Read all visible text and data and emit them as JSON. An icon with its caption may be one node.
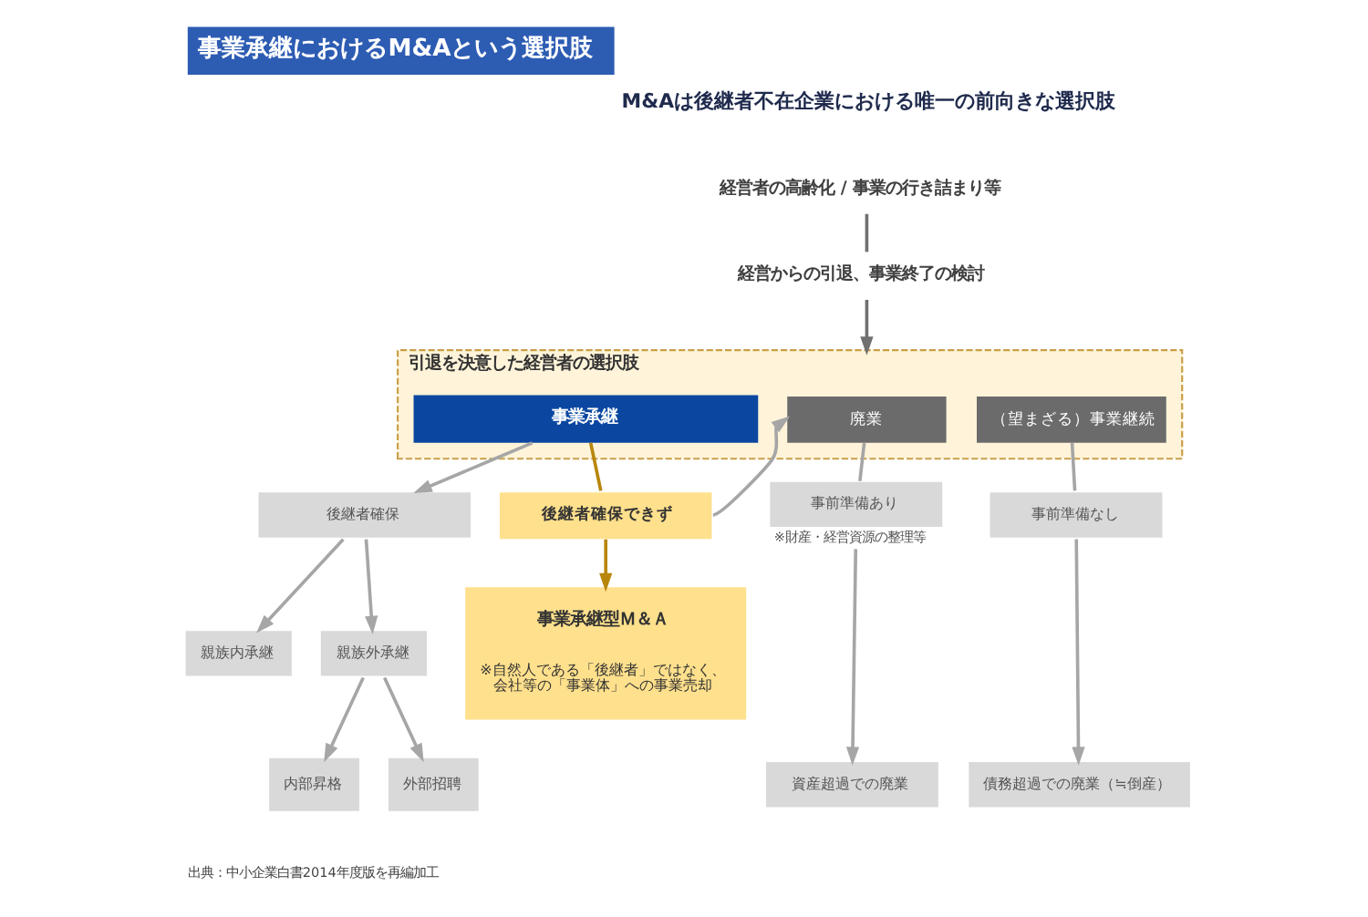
{
  "diagram": {
    "title": "事業承継におけるM&Aという選択肢",
    "nodes": [
      {
        "text": [
          "経営者の高齢化 / 事業の行き詰まり等"
        ]
      },
      {
        "text": [
          "経営からの引退、事業終了の検討"
        ]
      },
      {
        "text": [
          "引退を決意した経営者の選択肢"
        ]
      },
      {
        "text": [
          "事業承継"
        ],
        "in": 2
      },
      {
        "text": [
          "廃業"
        ],
        "in": 2
      },
      {
        "text": [
          "（望まざる）事業継続"
        ],
        "in": 2
      },
      {
        "text": [
          "後継者確保"
        ]
      },
      {
        "text": [
          "後継者確保できず"
        ]
      },
      {
        "text": [
          "事前準備あり"
        ],
        "beside": [
          "※財産・経営資源の整理等"
        ]
      },
      {
        "text": [
          "事前準備なし"
        ]
      },
      {
        "text": [
          "親族内承継"
        ]
      },
      {
        "text": [
          "親族外承継"
        ]
      },
      {
        "text": [
          "事業承継型Ｍ＆Ａ",
          "※自然人である「後継者」ではなく、会社等の「事業体」への事業売却"
        ]
      },
      {
        "text": [
          "内部昇格"
        ]
      },
      {
        "text": [
          "外部招聘"
        ]
      },
      {
        "text": [
          "資産超過での廃業"
        ]
      },
      {
        "text": [
          "債務超過での廃業（≒倒産）"
        ]
      }
    ],
    "edges": [
      {
        "from": 0,
        "to": 1,
        "arrow": "none",
        "color": "#707070"
      },
      {
        "from": 1,
        "to": 2,
        "arrow": "to",
        "color": "#707070"
      },
      {
        "from": 3,
        "to": 6,
        "arrow": "to"
      },
      {
        "from": 3,
        "to": 7,
        "arrow": "none",
        "color": "#b8860b"
      },
      {
        "from": 7,
        "to": 12,
        "arrow": "to",
        "color": "#b8860b"
      },
      {
        "from": 7,
        "to": 4,
        "arrow": "to"
      },
      {
        "from": 4,
        "to": 8,
        "arrow": "none"
      },
      {
        "from": 5,
        "to": 9,
        "arrow": "none"
      },
      {
        "from": 6,
        "to": 10,
        "arrow": "to"
      },
      {
        "from": 6,
        "to": 11,
        "arrow": "to"
      },
      {
        "from": 11,
        "to": 13,
        "arrow": "to"
      },
      {
        "from": 11,
        "to": 14,
        "arrow": "to"
      },
      {
        "from": 8,
        "to": 15,
        "arrow": "to"
      },
      {
        "from": 9,
        "to": 16,
        "arrow": "to"
      }
    ],
    "labels": [
      "M&Aは後継者不在企業における唯一の前向きな選択肢",
      "出典：中小企業白書2014年度版を再編加工"
    ]
  }
}
